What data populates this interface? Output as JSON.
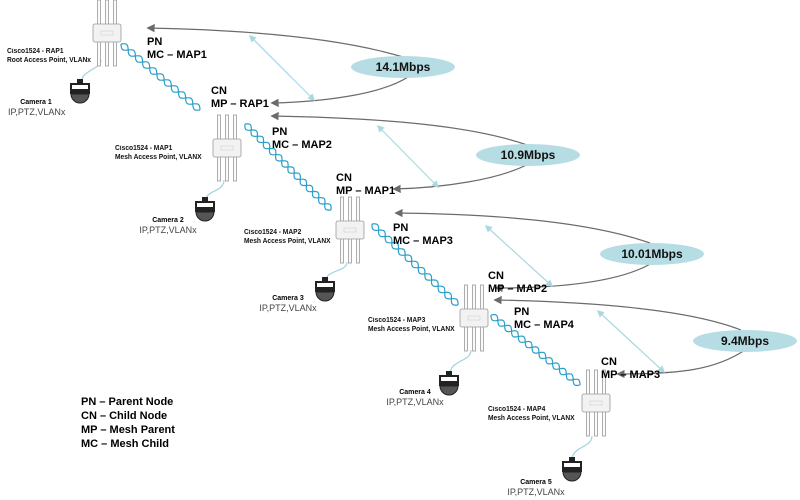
{
  "colors": {
    "cable": "#2a9fc9",
    "rate_bubble": "#b5dde3",
    "link_arrow": "#a8d8e0",
    "flow_arrow": "#6b6b6b",
    "ap_body": "#f2f2f2",
    "ap_outline": "#9a9a9a"
  },
  "access_points": [
    {
      "id": "RAP1",
      "name": "Cisco1524  -  RAP1",
      "desc": "Root Access Point, VLANx"
    },
    {
      "id": "MAP1",
      "name": "Cisco1524  -  MAP1",
      "desc": "Mesh Access Point, VLANX"
    },
    {
      "id": "MAP2",
      "name": "Cisco1524  -  MAP2",
      "desc": "Mesh Access Point, VLANX"
    },
    {
      "id": "MAP3",
      "name": "Cisco1524  -  MAP3",
      "desc": "Mesh Access Point, VLANX"
    },
    {
      "id": "MAP4",
      "name": "Cisco1524  -  MAP4",
      "desc": "Mesh Access Point, VLANX"
    }
  ],
  "cameras": [
    {
      "name": "Camera 1",
      "desc": "IP,PTZ,VLANx"
    },
    {
      "name": "Camera 2",
      "desc": "IP,PTZ,VLANx"
    },
    {
      "name": "Camera 3",
      "desc": "IP,PTZ,VLANx"
    },
    {
      "name": "Camera 4",
      "desc": "IP,PTZ,VLANx"
    },
    {
      "name": "Camera 5",
      "desc": "IP,PTZ,VLANx"
    }
  ],
  "links": [
    {
      "parent_role": "PN",
      "parent_label": "MC – MAP1",
      "child_role": "CN",
      "child_label": "MP – RAP1",
      "rate": "14.1Mbps"
    },
    {
      "parent_role": "PN",
      "parent_label": "MC – MAP2",
      "child_role": "CN",
      "child_label": "MP – MAP1",
      "rate": "10.9Mbps"
    },
    {
      "parent_role": "PN",
      "parent_label": "MC – MAP3",
      "child_role": "CN",
      "child_label": "MP – MAP2",
      "rate": "10.01Mbps"
    },
    {
      "parent_role": "PN",
      "parent_label": "MC – MAP4",
      "child_role": "CN",
      "child_label": "MP – MAP3",
      "rate": "9.4Mbps"
    }
  ],
  "legend": [
    "PN – Parent Node",
    "CN – Child Node",
    "MP – Mesh Parent",
    "MC – Mesh Child"
  ]
}
